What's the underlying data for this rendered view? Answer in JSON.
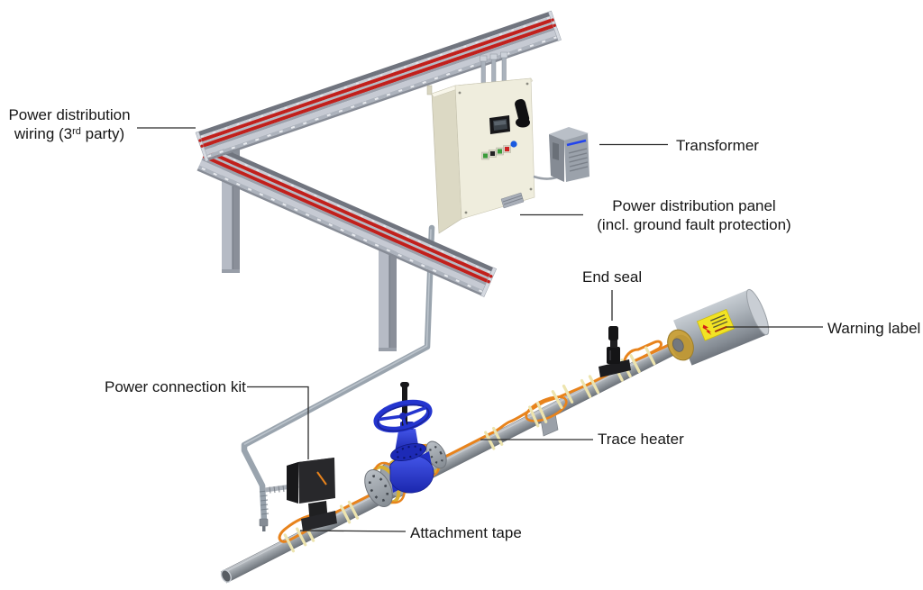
{
  "labels": {
    "power_distribution_wiring": {
      "line1": "Power distribution",
      "line2_pre": "wiring (3",
      "line2_sup": "rd",
      "line2_post": " party)"
    },
    "transformer": "Transformer",
    "power_distribution_panel": {
      "line1": "Power distribution panel",
      "line2": "(incl. ground fault protection)"
    },
    "end_seal": "End seal",
    "warning_label": "Warning label",
    "power_connection_kit": "Power connection kit",
    "trace_heater": "Trace heater",
    "attachment_tape": "Attachment tape"
  },
  "colors": {
    "background": "#FFFFFF",
    "leader_line": "#2B2B2B",
    "text": "#161616",
    "power_wiring_red": "#C1201C",
    "cable_tray_gray": "#B6BBC5",
    "panel_body_cream": "#EFEDDD",
    "transformer_gray": "#9BA2AB",
    "transformer_stripe_blue": "#2244EE",
    "conduit_gray": "#9AA4AE",
    "pipe_gray": "#9AA0A6",
    "trace_heater_orange": "#E8831C",
    "attachment_tape_yellow": "#EDE4AE",
    "valve_blue": "#2838D4",
    "flange_ring_yellow": "#D9B031",
    "insulation_tan": "#C9A23F",
    "warning_sticker_yellow": "#F2E324",
    "connection_kit_black": "#28282B"
  }
}
